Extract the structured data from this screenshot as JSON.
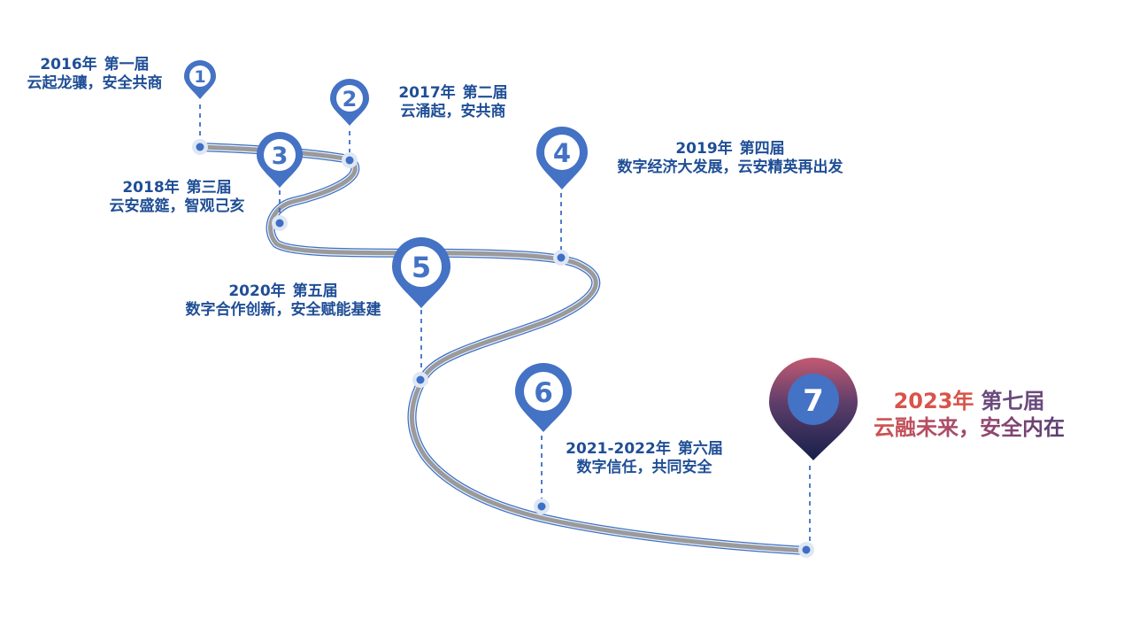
{
  "milestones": [
    {
      "number": "1",
      "year": "2016年",
      "edition": "第一届",
      "slogan": "云起龙骧，安全共商"
    },
    {
      "number": "2",
      "year": "2017年",
      "edition": "第二届",
      "slogan": "云涌起，安共商"
    },
    {
      "number": "3",
      "year": "2018年",
      "edition": "第三届",
      "slogan": "云安盛筵，智观己亥"
    },
    {
      "number": "4",
      "year": "2019年",
      "edition": "第四届",
      "slogan": "数字经济大发展，云安精英再出发"
    },
    {
      "number": "5",
      "year": "2020年",
      "edition": "第五届",
      "slogan": "数字合作创新，安全赋能基建"
    },
    {
      "number": "6",
      "year": "2021-2022年",
      "edition": "第六届",
      "slogan": "数字信任，共同安全"
    },
    {
      "number": "7",
      "year": "2023年",
      "edition": "第七届",
      "slogan": "云融未来，安全内在"
    }
  ],
  "colors": {
    "pin_blue": "#4472c4",
    "road_fill": "#9a9a9a",
    "road_edge": "#3d6fc4",
    "text_blue": "#1f4e96",
    "accent_red": "#d9534a",
    "accent_purple": "#4d3d73"
  }
}
